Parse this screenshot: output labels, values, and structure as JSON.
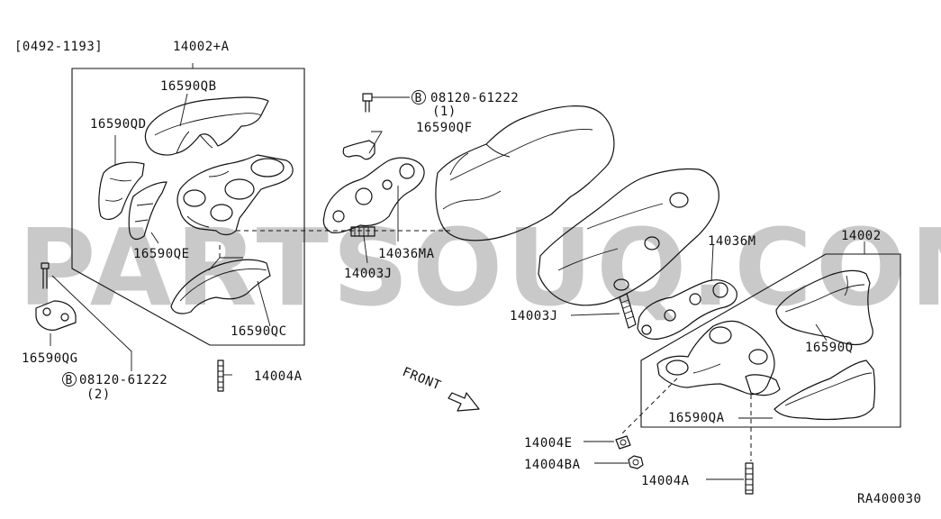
{
  "diagram": {
    "watermark": "PARTSOUQ.COM",
    "date_range": "[0492-1193]",
    "drawing_id": "RA400030",
    "front_label": "FRONT",
    "callouts": {
      "assy_left": "14002+A",
      "assy_right": "14002",
      "cover_qb": "16590QB",
      "cover_qd": "16590QD",
      "cover_qe": "16590QE",
      "cover_qc": "16590QC",
      "cover_qf": "16590QF",
      "cover_q": "16590Q",
      "cover_qa": "16590QA",
      "cover_qg": "16590QG",
      "gasket_ma": "14036MA",
      "gasket_m": "14036M",
      "stud_j_upper": "14003J",
      "stud_j_lower": "14003J",
      "stud_a_left": "14004A",
      "stud_a_right": "14004A",
      "washer_e": "14004E",
      "nut_ba": "14004BA",
      "bolt_top": "08120-61222",
      "bolt_top_qty": "(1)",
      "bolt_left": "08120-61222",
      "bolt_left_qty": "(2)",
      "bolt_marker": "B"
    }
  }
}
